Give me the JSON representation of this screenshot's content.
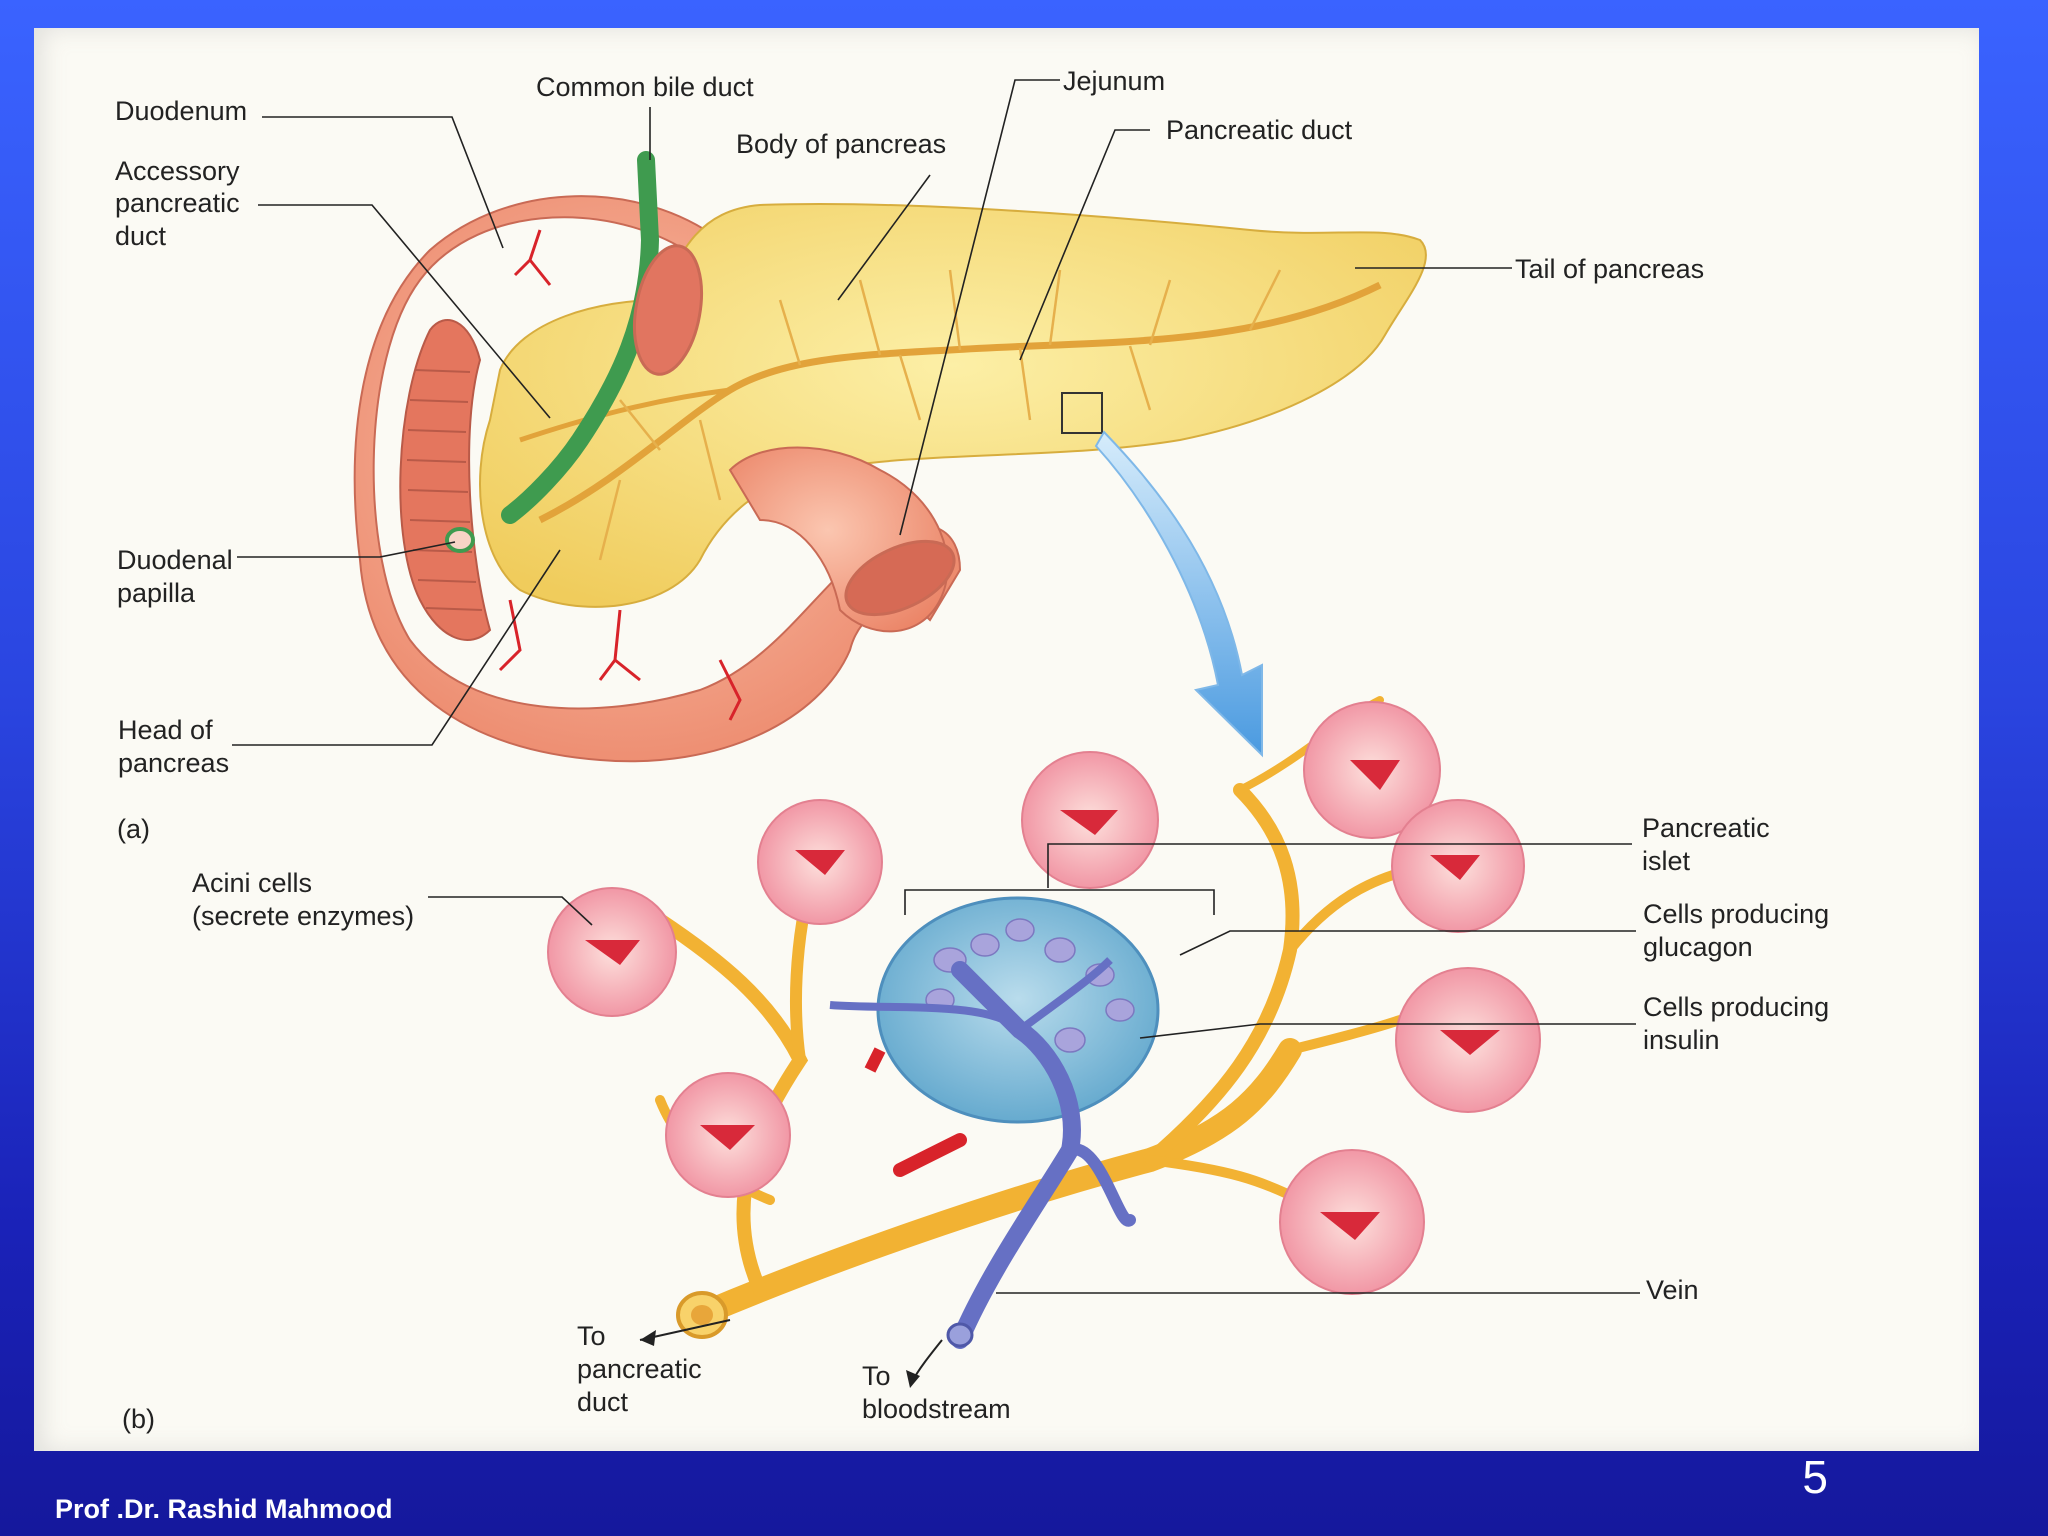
{
  "slide": {
    "page_number": "5",
    "author": "Prof .Dr. Rashid Mahmood"
  },
  "figure": {
    "panel_a": {
      "tag": "(a)",
      "labels": {
        "duodenum": "Duodenum",
        "common_bile_duct": "Common bile duct",
        "jejunum": "Jejunum",
        "body_of_pancreas": "Body of pancreas",
        "pancreatic_duct": "Pancreatic duct",
        "accessory_duct": [
          "Accessory",
          "pancreatic",
          "duct"
        ],
        "tail_of_pancreas": "Tail of pancreas",
        "duodenal_papilla": [
          "Duodenal",
          "papilla"
        ],
        "head_of_pancreas": [
          "Head of",
          "pancreas"
        ]
      }
    },
    "panel_b": {
      "tag": "(b)",
      "labels": {
        "acini_cells": [
          "Acini cells",
          "(secrete enzymes)"
        ],
        "pancreatic_islet": [
          "Pancreatic",
          "islet"
        ],
        "glucagon_cells": [
          "Cells producing",
          "glucagon"
        ],
        "insulin_cells": [
          "Cells producing",
          "insulin"
        ],
        "vein": "Vein",
        "to_pancreatic_duct": [
          "To",
          "pancreatic",
          "duct"
        ],
        "to_bloodstream": [
          "To",
          "bloodstream"
        ]
      }
    }
  },
  "colors": {
    "slide_background": "#2a45e0",
    "pancreas": "#f6dd78",
    "duodenum": "#f29a80",
    "bile_duct": "#3f9b4f",
    "islet": "#8ec4dc",
    "acini": "#f2a2a4",
    "vein": "#6670c4",
    "artery": "#d8232a",
    "arrow": "#6ab0e8"
  }
}
